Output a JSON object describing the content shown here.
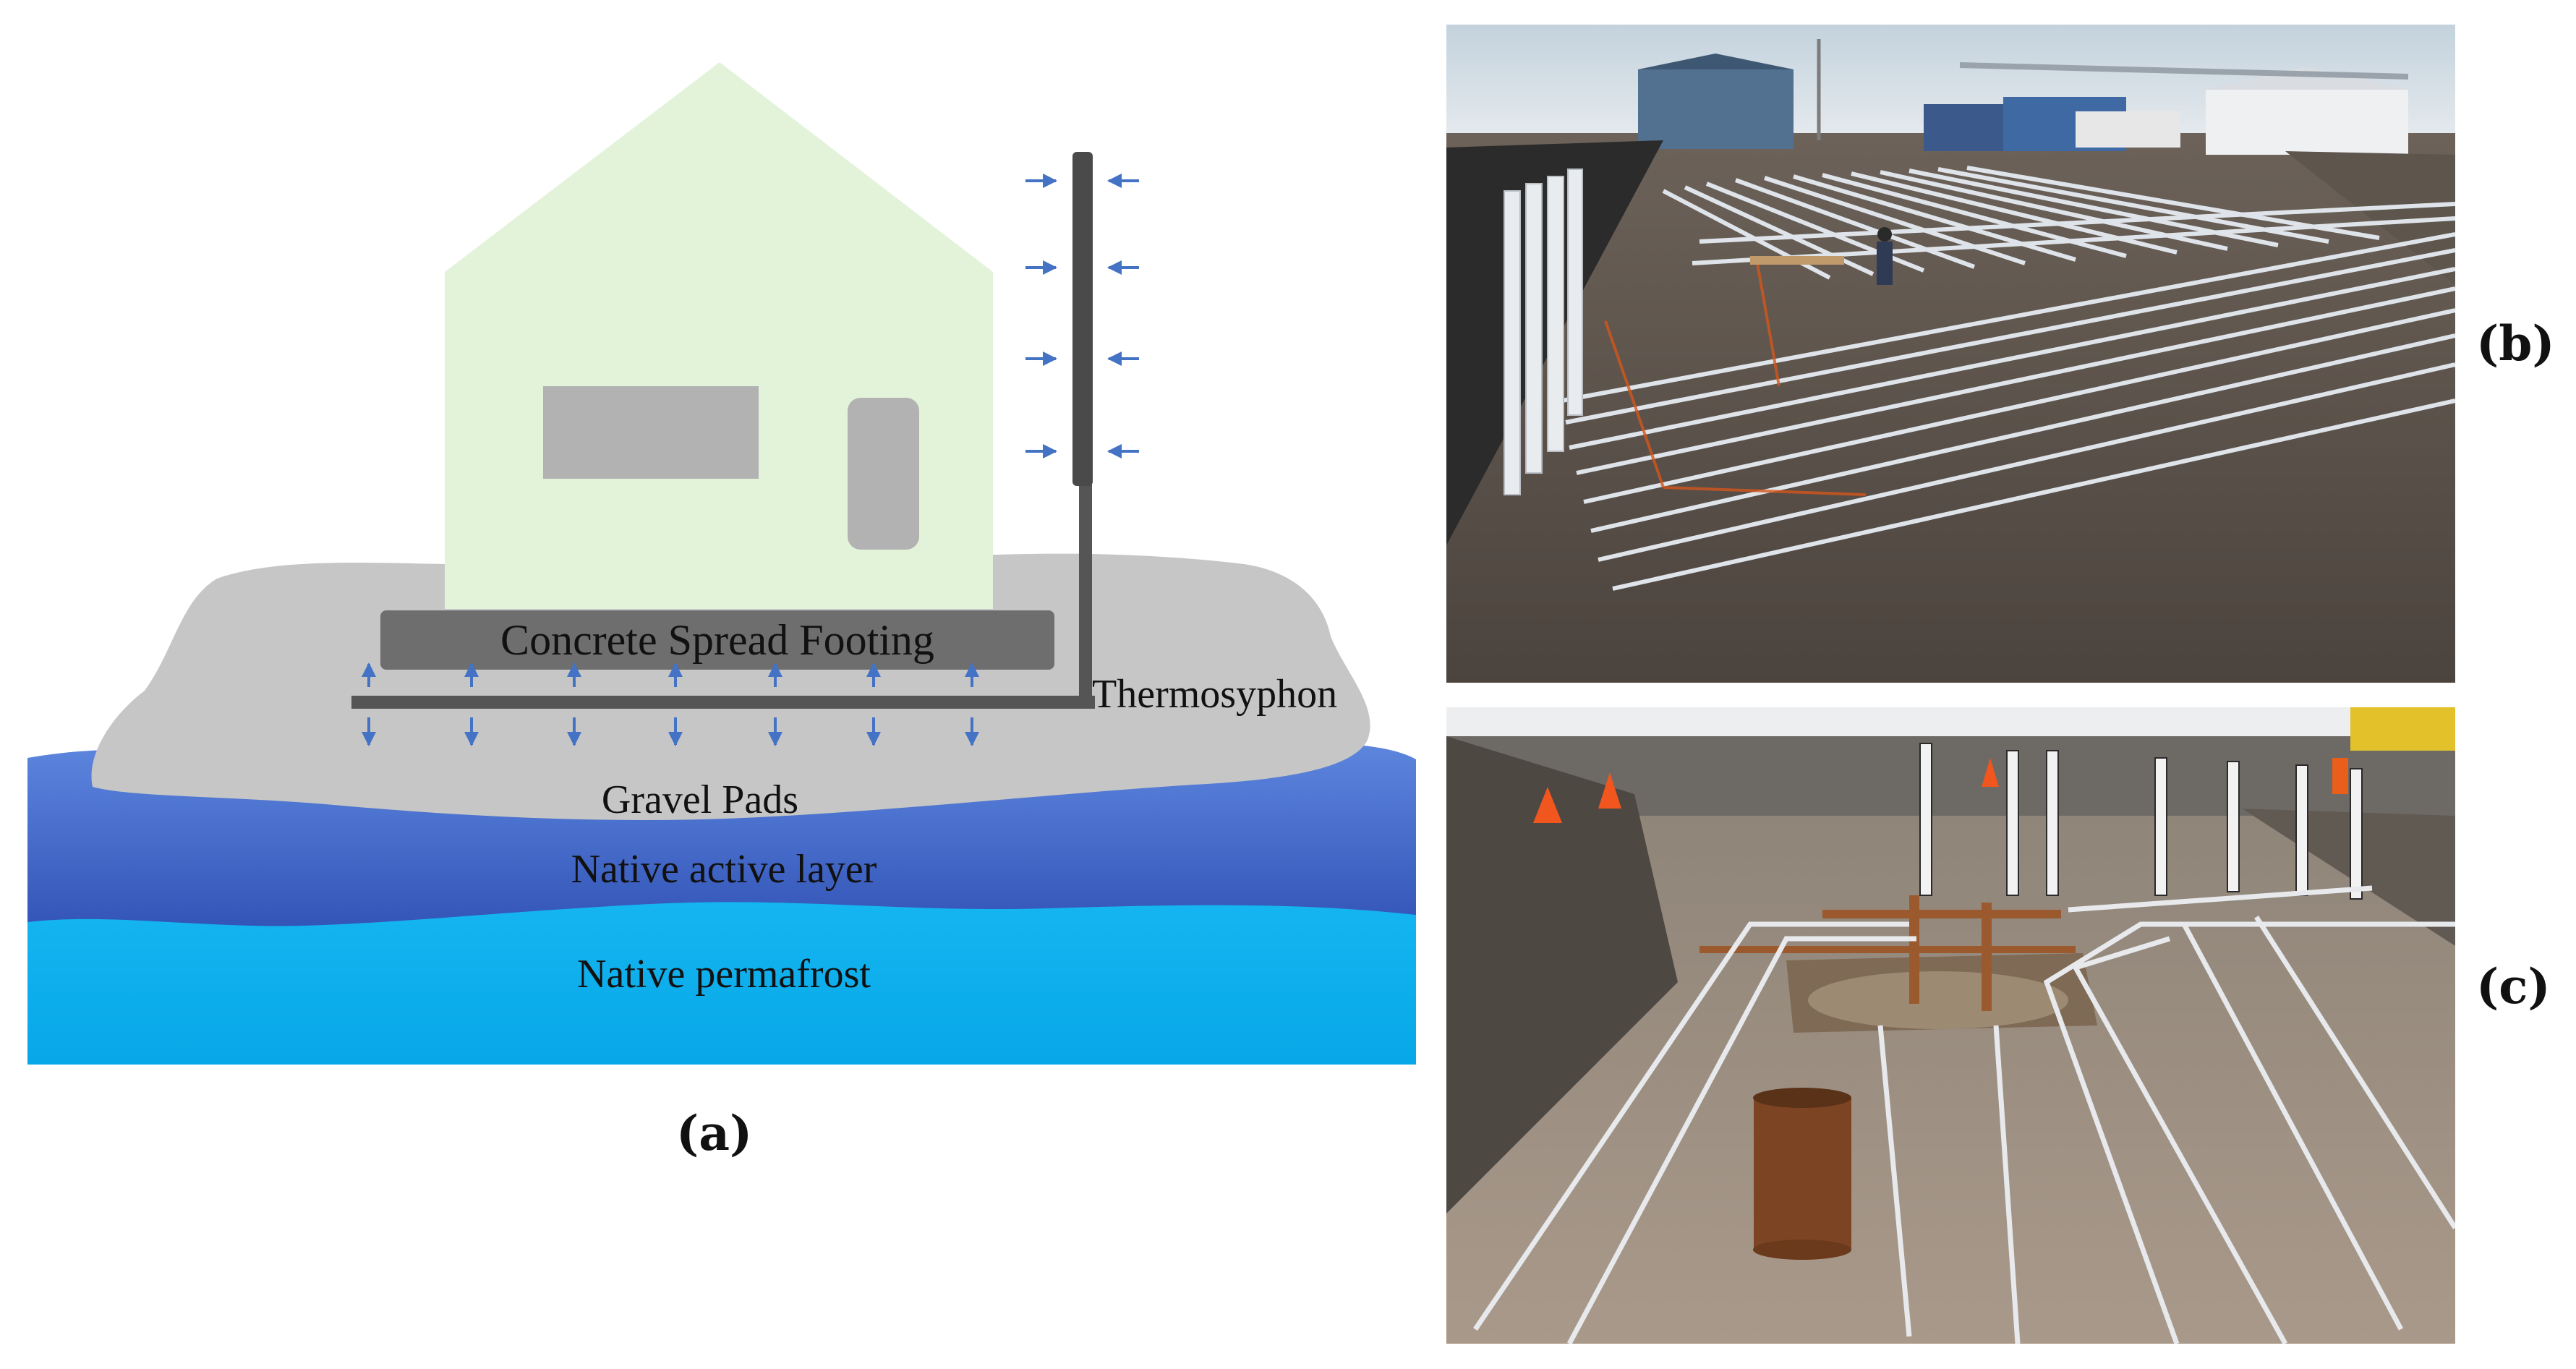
{
  "diagram": {
    "labels": {
      "footing": "Concrete Spread Footing",
      "thermosyphon": "Thermosyphon",
      "gravel": "Gravel Pads",
      "active_layer": "Native active layer",
      "permafrost": "Native permafrost"
    },
    "colors": {
      "house": "#e3f3da",
      "window": "#b2b2b2",
      "gravel": "#c6c6c6",
      "footing": "#6e6e6e",
      "pipe": "#555555",
      "active_layer": "#4a6fcc",
      "permafrost": "#10b0ef",
      "arrow": "#4472c4"
    }
  },
  "panels": {
    "a": "(a)",
    "b": "(b)",
    "c": "(c)"
  }
}
